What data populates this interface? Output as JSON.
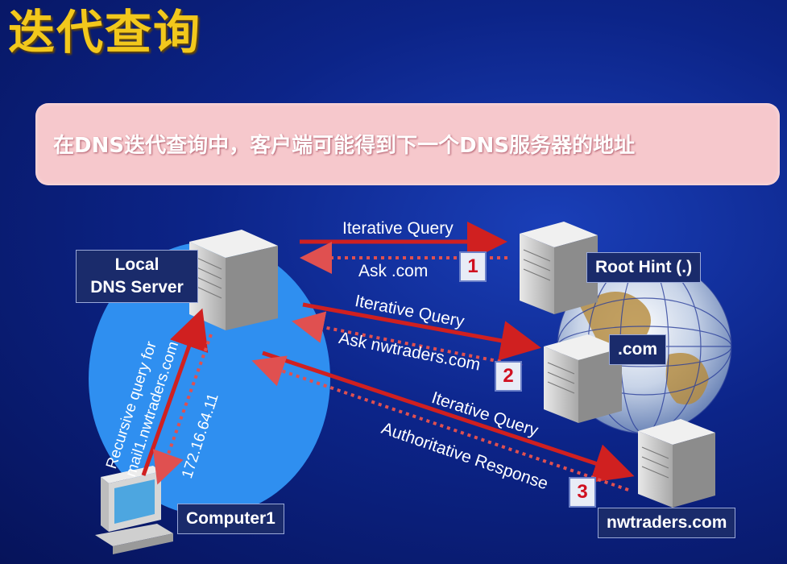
{
  "title": "迭代查询",
  "banner": "在DNS迭代查询中，客户端可能得到下一个DNS服务器的地址",
  "labels": {
    "local_line1": "Local",
    "local_line2": "DNS Server",
    "root": "Root Hint (.)",
    "com": ".com",
    "nwtraders": "nwtraders.com",
    "computer": "Computer1"
  },
  "arrows": {
    "iter1": "Iterative Query",
    "ask_com": "Ask .com",
    "iter2": "Iterative Query",
    "ask_nw": "Ask nwtraders.com",
    "iter3": "Iterative Query",
    "auth": "Authoritative Response",
    "recursive1": "Recursive query for",
    "recursive2": "mail1.nwtraders.com",
    "ip": "172.16.64.11"
  },
  "steps": [
    "1",
    "2",
    "3"
  ]
}
